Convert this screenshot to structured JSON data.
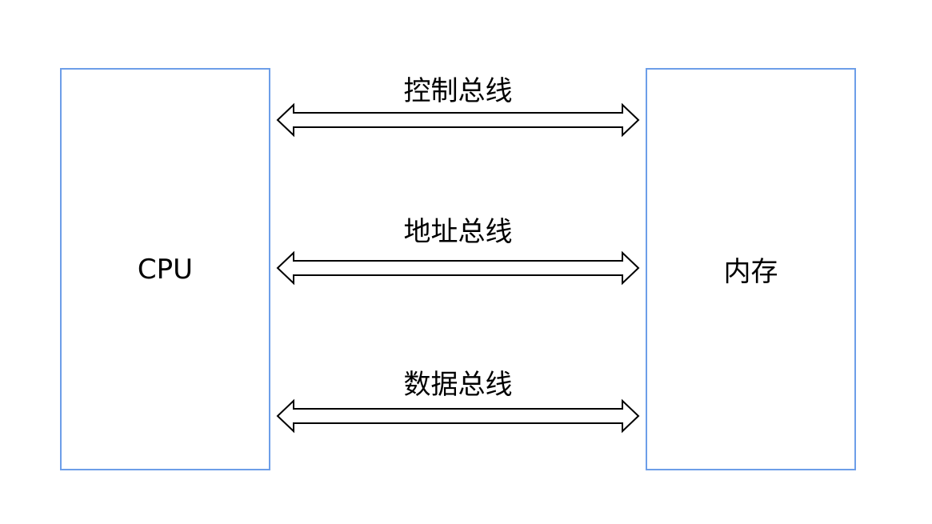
{
  "diagram": {
    "cpu": {
      "label": "CPU"
    },
    "memory": {
      "label": "内存"
    },
    "buses": [
      {
        "label": "控制总线"
      },
      {
        "label": "地址总线"
      },
      {
        "label": "数据总线"
      }
    ],
    "colors": {
      "box_border": "#6d9ee8",
      "arrow_stroke": "#000000",
      "text": "#000000"
    }
  }
}
